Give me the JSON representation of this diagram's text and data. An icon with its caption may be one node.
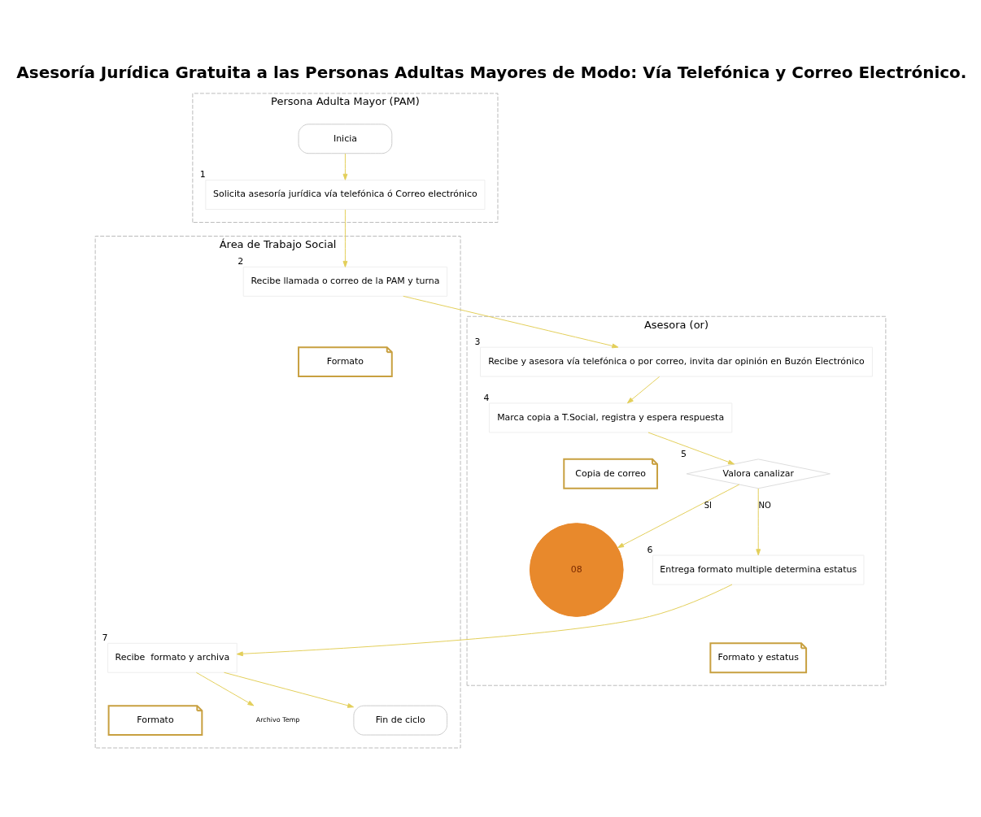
{
  "diagram": {
    "title": "Asesoría Jurídica Gratuita a las Personas Adultas Mayores de Modo: Vía Telefónica y Correo Electrónico.",
    "nodes": [
      {
        "text": [
          "Persona Adulta Mayor (PAM)"
        ]
      },
      {
        "text": [
          "Área de Trabajo Social"
        ]
      },
      {
        "text": [
          "Asesora (or)"
        ]
      },
      {
        "text": [
          "Inicia"
        ],
        "in": 0
      },
      {
        "text": [
          "Solicita asesoría jurídica vía telefónica ó Correo electrónico"
        ],
        "in": 0,
        "beside": [
          "1"
        ]
      },
      {
        "text": [
          "Recibe llamada o correo de la PAM y turna"
        ],
        "in": 1,
        "beside": [
          "2"
        ]
      },
      {
        "text": [
          "Formato"
        ],
        "in": 1
      },
      {
        "text": [
          "Recibe y asesora vía telefónica o por correo, invita dar opinión en Buzón Electrónico"
        ],
        "in": 2,
        "beside": [
          "3"
        ]
      },
      {
        "text": [
          "Marca copia a T.Social, registra y espera respuesta"
        ],
        "in": 2,
        "beside": [
          "4"
        ]
      },
      {
        "text": [
          "Copia de correo"
        ],
        "in": 2
      },
      {
        "text": [
          "Valora canalizar"
        ],
        "in": 2,
        "beside": [
          "5"
        ]
      },
      {
        "text": [
          "08"
        ],
        "in": 2
      },
      {
        "text": [
          "Entrega formato multiple determina estatus"
        ],
        "in": 2,
        "beside": [
          "6"
        ]
      },
      {
        "text": [
          "Formato y estatus"
        ],
        "in": 2
      },
      {
        "text": [
          "Recibe  formato y archiva"
        ],
        "in": 1,
        "beside": [
          "7"
        ]
      },
      {
        "text": [
          "Formato"
        ],
        "in": 1
      },
      {
        "text": [
          "Archivo Temp"
        ],
        "in": 1
      },
      {
        "text": [
          "Fin de ciclo"
        ],
        "in": 1
      }
    ],
    "edges": [
      {
        "from": 3,
        "to": 4,
        "arrow": "to"
      },
      {
        "from": 4,
        "to": 5,
        "arrow": "to"
      },
      {
        "from": 5,
        "to": 7,
        "arrow": "to"
      },
      {
        "from": 7,
        "to": 8,
        "arrow": "to"
      },
      {
        "from": 8,
        "to": 10,
        "arrow": "to"
      },
      {
        "from": 10,
        "to": 11,
        "arrow": "to",
        "label": "SI"
      },
      {
        "from": 10,
        "to": 12,
        "arrow": "to",
        "label": "NO"
      },
      {
        "from": 12,
        "to": 14,
        "arrow": "to"
      },
      {
        "from": 14,
        "to": 16,
        "arrow": "to"
      },
      {
        "from": 14,
        "to": 17,
        "arrow": "to"
      }
    ]
  }
}
